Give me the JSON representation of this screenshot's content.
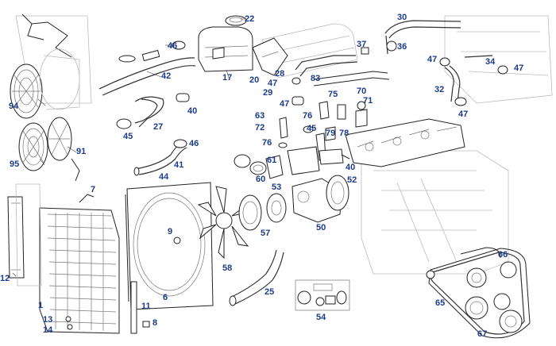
{
  "diagram": {
    "label_color": "#1e3a8a",
    "labels": [
      "22",
      "30",
      "46",
      "36",
      "37",
      "47",
      "34",
      "47",
      "94",
      "42",
      "17",
      "20",
      "28",
      "47",
      "83",
      "32",
      "40",
      "75",
      "70",
      "71",
      "47",
      "29",
      "76",
      "45",
      "63",
      "72",
      "79",
      "78",
      "47",
      "27",
      "45",
      "46",
      "91",
      "76",
      "95",
      "41",
      "44",
      "61",
      "60",
      "53",
      "40",
      "52",
      "7",
      "12",
      "9",
      "50",
      "57",
      "58",
      "66",
      "65",
      "25",
      "1",
      "6",
      "11",
      "54",
      "13",
      "8",
      "14",
      "67"
    ]
  }
}
